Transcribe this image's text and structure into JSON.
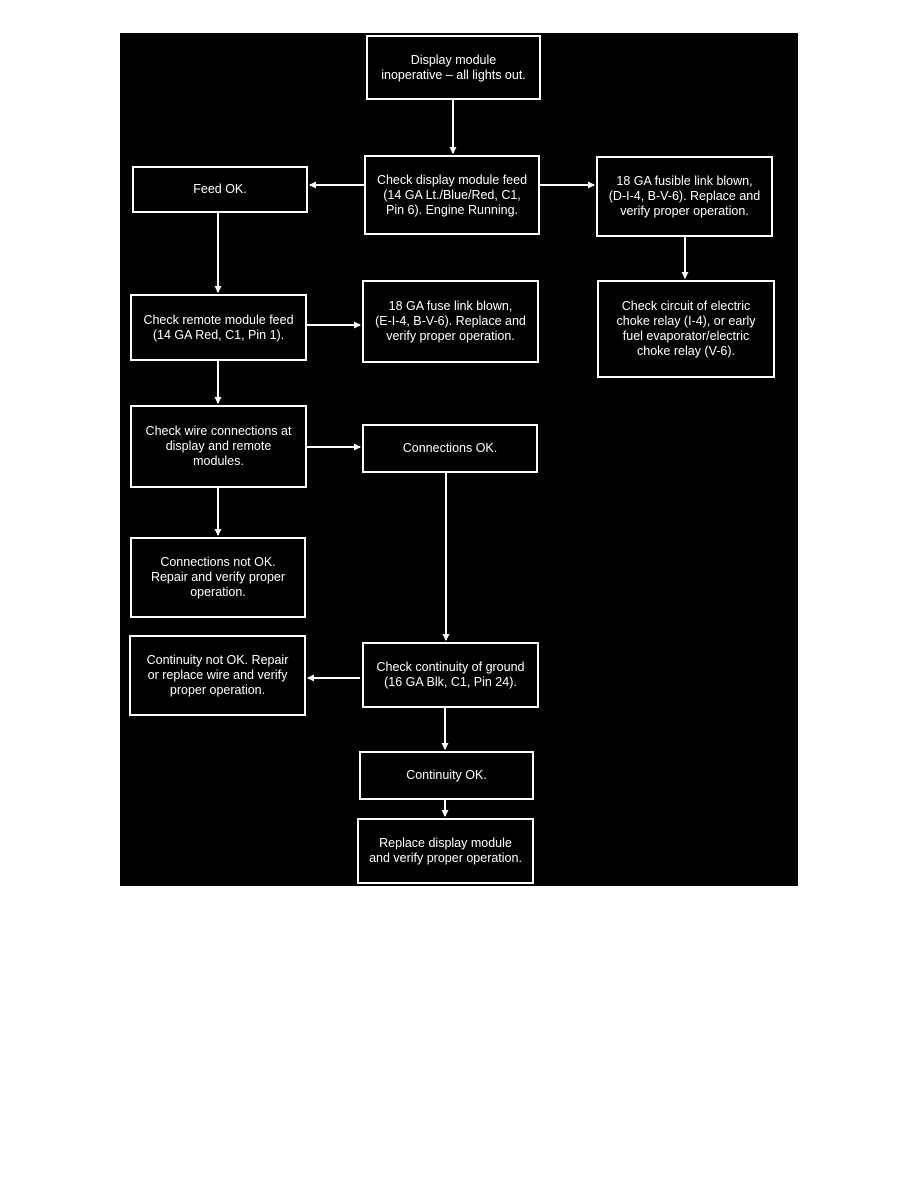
{
  "colors": {
    "background": "#000000",
    "foreground": "#ffffff",
    "page": "#ffffff"
  },
  "nodes": {
    "start": [
      "Display module",
      "inoperative – all lights out."
    ],
    "check_display_feed": [
      "Check display module feed",
      "(14 GA Lt./Blue/Red, C1,",
      "Pin 6). Engine Running."
    ],
    "feed_ok": [
      "Feed OK."
    ],
    "fusible_link_blown": [
      "18 GA fusible link blown,",
      "(D-I-4, B-V-6). Replace and",
      "verify proper operation."
    ],
    "check_choke_relay": [
      "Check circuit of electric",
      "choke relay (I-4), or early",
      "fuel evaporator/electric",
      "choke relay (V-6)."
    ],
    "check_remote_feed": [
      "Check remote module feed",
      "(14 GA Red, C1, Pin 1)."
    ],
    "fuse_link_blown": [
      "18 GA fuse link blown,",
      "(E-I-4, B-V-6). Replace and",
      "verify proper operation."
    ],
    "check_wire_connections": [
      "Check wire connections at",
      "display and remote",
      "modules."
    ],
    "connections_ok": [
      "Connections OK."
    ],
    "connections_not_ok": [
      "Connections not OK.",
      "Repair and verify proper",
      "operation."
    ],
    "continuity_not_ok": [
      "Continuity not OK. Repair",
      "or replace wire and verify",
      "proper operation."
    ],
    "check_ground_continuity": [
      "Check continuity of ground",
      "(16 GA Blk, C1, Pin 24)."
    ],
    "continuity_ok": [
      "Continuity OK."
    ],
    "replace_display_module": [
      "Replace display module",
      "and verify proper operation."
    ]
  }
}
